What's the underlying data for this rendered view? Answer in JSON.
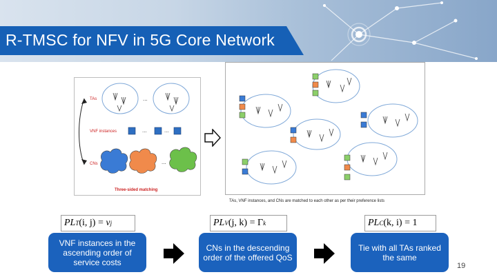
{
  "slide": {
    "title": "R-TMSC for NFV in 5G Core Network",
    "page_number": "19"
  },
  "left_figure": {
    "label_tas": "TAs",
    "label_vnf": "VNF instances",
    "label_cns": "CNs",
    "ellipsis": "...",
    "caption": "Three-sided matching",
    "cn_colors": [
      "#3a7bd5",
      "#f08a4b",
      "#6cc04a"
    ]
  },
  "right_figure": {
    "caption": "TAs, VNF instances, and CNs are matched to each other as per their preference lists"
  },
  "formulas": [
    {
      "lhs": "PL",
      "sub": "T",
      "args": "(i, j)",
      "rhs": "v",
      "rhs_sub": "j"
    },
    {
      "lhs": "PL",
      "sub": "V",
      "args": "(j, k)",
      "rhs": "Γ",
      "rhs_sub": "k"
    },
    {
      "lhs": "PL",
      "sub": "C",
      "args": "(k, i)",
      "rhs": "1",
      "rhs_sub": ""
    }
  ],
  "boxes": [
    {
      "text": "VNF instances in the ascending order of service costs"
    },
    {
      "text": "CNs in the descending order of the offered QoS"
    },
    {
      "text": "Tie with all TAs ranked the same"
    }
  ],
  "colors": {
    "title_bar": "#1660b6",
    "box_blue": "#1b62bd"
  }
}
